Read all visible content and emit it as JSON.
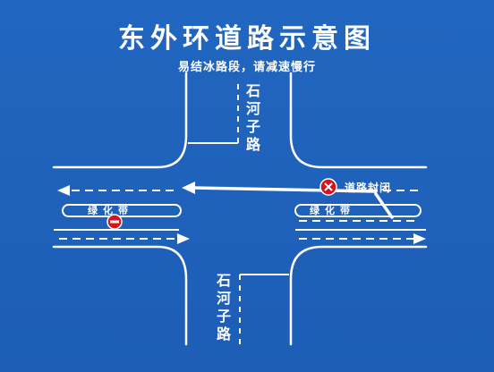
{
  "title": "东外环道路示意图",
  "subtitle": "易结冰路段，请减速慢行",
  "cross_road_label": "石河子路",
  "closure_label": "道路封闭",
  "median_label": "绿化带",
  "colors": {
    "background": "#1e5fb8",
    "line": "#ffffff",
    "closed_marker": "#d3141c",
    "no_entry": "#d3141c"
  },
  "icons": {
    "closed": "x-circle-icon",
    "no_entry": "no-entry-icon",
    "detour": "detour-arrow-icon"
  }
}
